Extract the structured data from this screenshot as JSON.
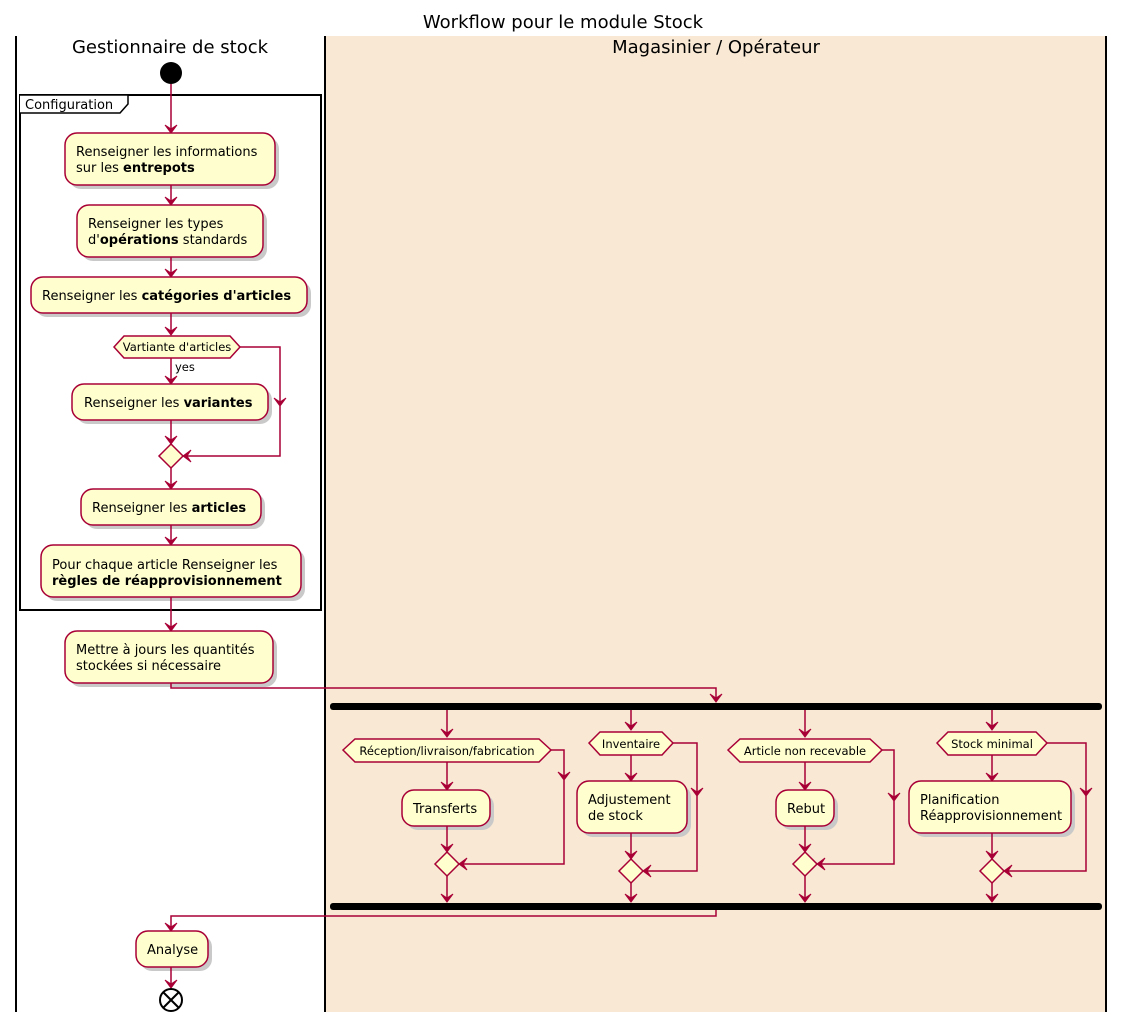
{
  "title": "Workflow pour le module Stock",
  "lanes": {
    "left": "Gestionnaire de stock",
    "right": "Magasinier / Opérateur"
  },
  "group": {
    "label": "Configuration"
  },
  "activities": {
    "entrepots": {
      "l1": "Renseigner les informations",
      "l2_pre": "sur les ",
      "l2_bold": "entrepots"
    },
    "operations": {
      "l1": "Renseigner les types",
      "l2_pre": "d'",
      "l2_bold": "opérations",
      "l2_post": " standards"
    },
    "categories": {
      "pre": "Renseigner les ",
      "bold": "catégories d'articles"
    },
    "variantes": {
      "pre": "Renseigner les ",
      "bold": "variantes"
    },
    "articles": {
      "pre": "Renseigner les ",
      "bold": "articles"
    },
    "regles": {
      "l1": "Pour chaque article Renseigner les",
      "l2_bold": "règles de réapprovisionnement"
    },
    "quantites": {
      "l1": "Mettre à jours les quantités",
      "l2": "stockées si nécessaire"
    },
    "transferts": "Transferts",
    "ajustement": {
      "l1": "Adjustement",
      "l2": "de stock"
    },
    "rebut": "Rebut",
    "planification": {
      "l1": "Planification",
      "l2": "Réapprovisionnement"
    },
    "analyse": "Analyse"
  },
  "decisions": {
    "variante": "Vartiante d'articles",
    "variante_yes": "yes",
    "reception": "Réception/livraison/fabrication",
    "inventaire": "Inventaire",
    "non_recevable": "Article non recevable",
    "stock_minimal": "Stock minimal"
  },
  "colors": {
    "activity_fill": "#FEFECE",
    "border": "#A80036",
    "lane_right_bg": "#F8E8D4"
  },
  "icons": {
    "start": "start-node-icon",
    "end": "end-node-icon"
  }
}
